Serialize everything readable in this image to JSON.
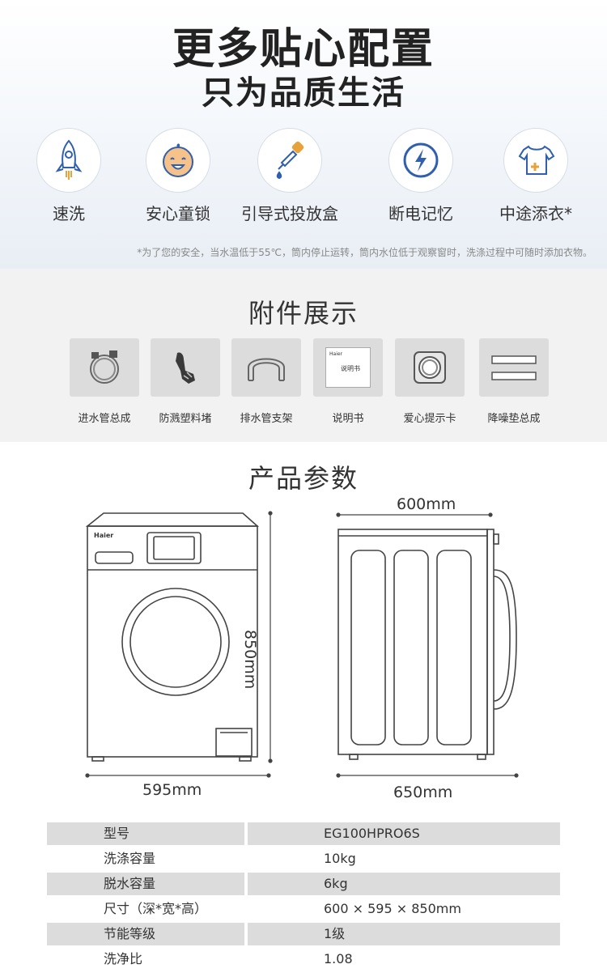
{
  "header": {
    "title": "更多贴心配置",
    "subtitle": "只为品质生活"
  },
  "features": [
    {
      "label": "速洗",
      "icon": "rocket-icon"
    },
    {
      "label": "安心童锁",
      "icon": "baby-face-icon"
    },
    {
      "label": "引导式投放盒",
      "icon": "dropper-icon"
    },
    {
      "label": "断电记忆",
      "icon": "power-bolt-icon"
    },
    {
      "label": "中途添衣*",
      "icon": "add-shirt-icon"
    }
  ],
  "features_note": "*为了您的安全，当水温低于55℃，筒内停止运转，筒内水位低于观察窗时，洗涤过程中可随时添加衣物。",
  "accessories": {
    "title": "附件展示",
    "items": [
      {
        "label": "进水管总成",
        "icon": "water-hose-icon"
      },
      {
        "label": "防溅塑料堵",
        "icon": "plastic-plug-icon"
      },
      {
        "label": "排水管支架",
        "icon": "drain-bracket-icon"
      },
      {
        "label": "说明书",
        "icon": "manual-icon"
      },
      {
        "label": "爱心提示卡",
        "icon": "tip-card-icon"
      },
      {
        "label": "降噪垫总成",
        "icon": "noise-pad-icon"
      }
    ],
    "manual_brand": "Haier",
    "manual_text": "说明书"
  },
  "dimensions": {
    "title": "产品参数",
    "brand": "Haier",
    "height": "850mm",
    "width": "595mm",
    "depth_top": "600mm",
    "depth_bottom": "650mm"
  },
  "specs": [
    {
      "key": "型号",
      "value": "EG100HPRO6S"
    },
    {
      "key": "洗涤容量",
      "value": "10kg"
    },
    {
      "key": "脱水容量",
      "value": "6kg"
    },
    {
      "key": "尺寸（深*宽*高）",
      "value": "600 × 595 × 850mm"
    },
    {
      "key": "节能等级",
      "value": "1级"
    },
    {
      "key": "洗净比",
      "value": "1.08"
    }
  ],
  "colors": {
    "icon_blue": "#2f5fae",
    "accent_orange": "#e8a23a",
    "table_shade": "#dcdcdc"
  }
}
